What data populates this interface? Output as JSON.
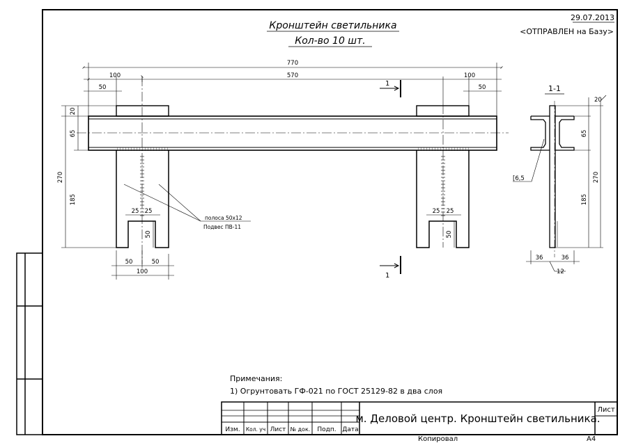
{
  "header": {
    "title_line1": "Кронштейн светильника",
    "title_line2": "Кол-во 10 шт.",
    "date": "29.07.2013",
    "status": "<ОТПРАВЛЕН на Базу>"
  },
  "dims_front": {
    "total_length": "770",
    "inner_span": "570",
    "left_post_width": "100",
    "right_post_width": "100",
    "left_offset": "50",
    "right_offset": "50",
    "plate_thickness": "20",
    "beam_height": "65",
    "total_height": "270",
    "post_height": "185",
    "slot_left": "25",
    "slot_right": "25",
    "slot_depth": "50",
    "bottom_left": "50",
    "bottom_right": "50",
    "bottom_total": "100",
    "right_slot_left": "25",
    "right_slot_right": "25",
    "right_slot_depth": "50"
  },
  "section_marks": {
    "top": "1",
    "bottom": "1"
  },
  "callout": {
    "line1": "полоса 50х12",
    "line2": "Подвес ПВ-11"
  },
  "section_view": {
    "label": "1-1",
    "dim_20": "20",
    "dim_65": "65",
    "dim_270": "270",
    "dim_185": "185",
    "dim_left": "36",
    "dim_right": "36",
    "thickness": "12",
    "channel": "[6,5"
  },
  "notes": {
    "heading": "Примечания:",
    "item1": "1) Огрунтовать ГФ-021 по ГОСТ 25129-82 в два слоя"
  },
  "title_block": {
    "col_izm": "Изм.",
    "col_kol": "Кол. уч",
    "col_list": "Лист",
    "col_doc": "№ док.",
    "col_sign": "Подп.",
    "col_date": "Дата",
    "name": "м. Деловой центр. Кронштейн светильника.",
    "sheet_label": "Лист"
  },
  "footer": {
    "copied": "Копировал",
    "format": "А4"
  }
}
